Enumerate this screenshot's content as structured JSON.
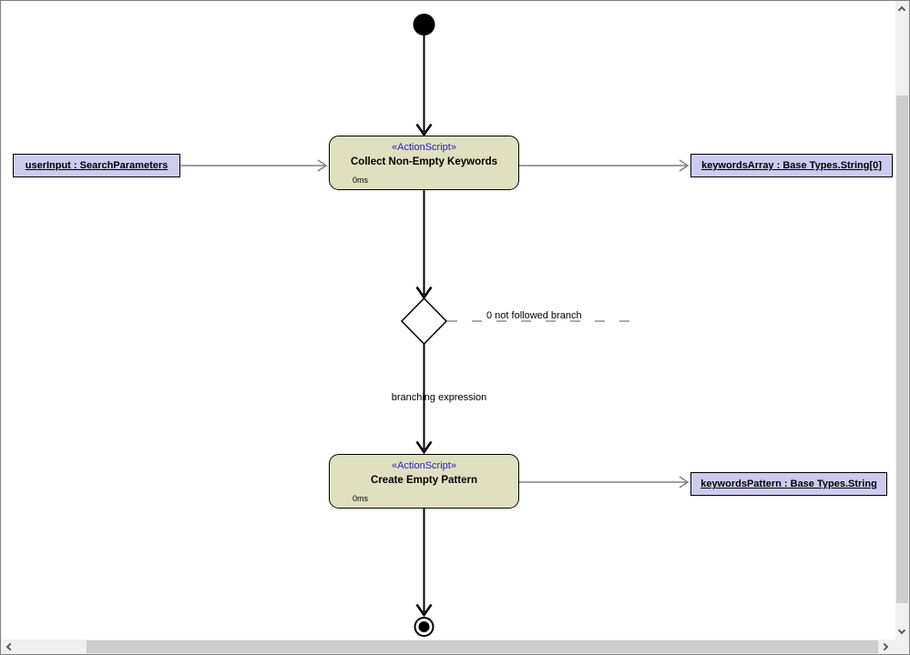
{
  "window": {
    "border_color": "#808080",
    "background": "#ffffff"
  },
  "diagram": {
    "nodes": {
      "initial": {
        "type": "initial-node"
      },
      "action1": {
        "stereotype": "«ActionScript»",
        "title": "Collect Non-Empty Keywords",
        "duration": "0ms",
        "fill": "#e0e0c0"
      },
      "action2": {
        "stereotype": "«ActionScript»",
        "title": "Create Empty Pattern",
        "duration": "0ms",
        "fill": "#e0e0c0"
      },
      "object_user_input": {
        "label": "userInput : SearchParameters",
        "fill": "#ccccf0"
      },
      "object_keywords_array": {
        "label": "keywordsArray : Base Types.String[0]",
        "fill": "#ccccf0"
      },
      "object_keywords_pattern": {
        "label": "keywordsPattern : Base Types.String",
        "fill": "#ccccf0"
      },
      "decision": {
        "type": "decision-diamond"
      },
      "final": {
        "type": "final-node"
      }
    },
    "labels": {
      "decision_branch": "0 not followed branch",
      "branching_expression": "branching expression"
    },
    "colors": {
      "stereotype_text": "#2222cc",
      "control_flow_line": "#000000",
      "object_flow_line": "#808080",
      "dashed_branch_line": "#909090"
    }
  },
  "icons": {
    "scroll_up": "chevron-up",
    "scroll_down": "chevron-down",
    "scroll_left": "chevron-left",
    "scroll_right": "chevron-right"
  }
}
